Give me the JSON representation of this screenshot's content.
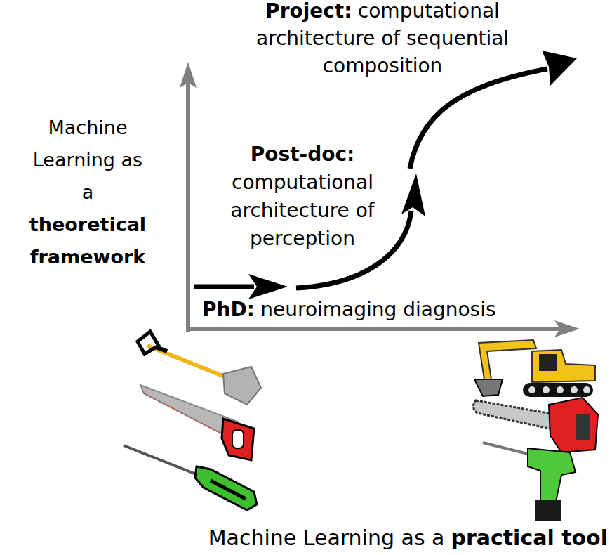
{
  "diagram": {
    "labels": [
      "Project:",
      "computational architecture of sequential composition",
      "Post-doc:",
      "computational architecture of perception",
      "PhD:",
      "neuroimaging diagnosis",
      "Machine Learning as a",
      "theoretical framework",
      "Machine Learning as a",
      "practical tool"
    ]
  }
}
